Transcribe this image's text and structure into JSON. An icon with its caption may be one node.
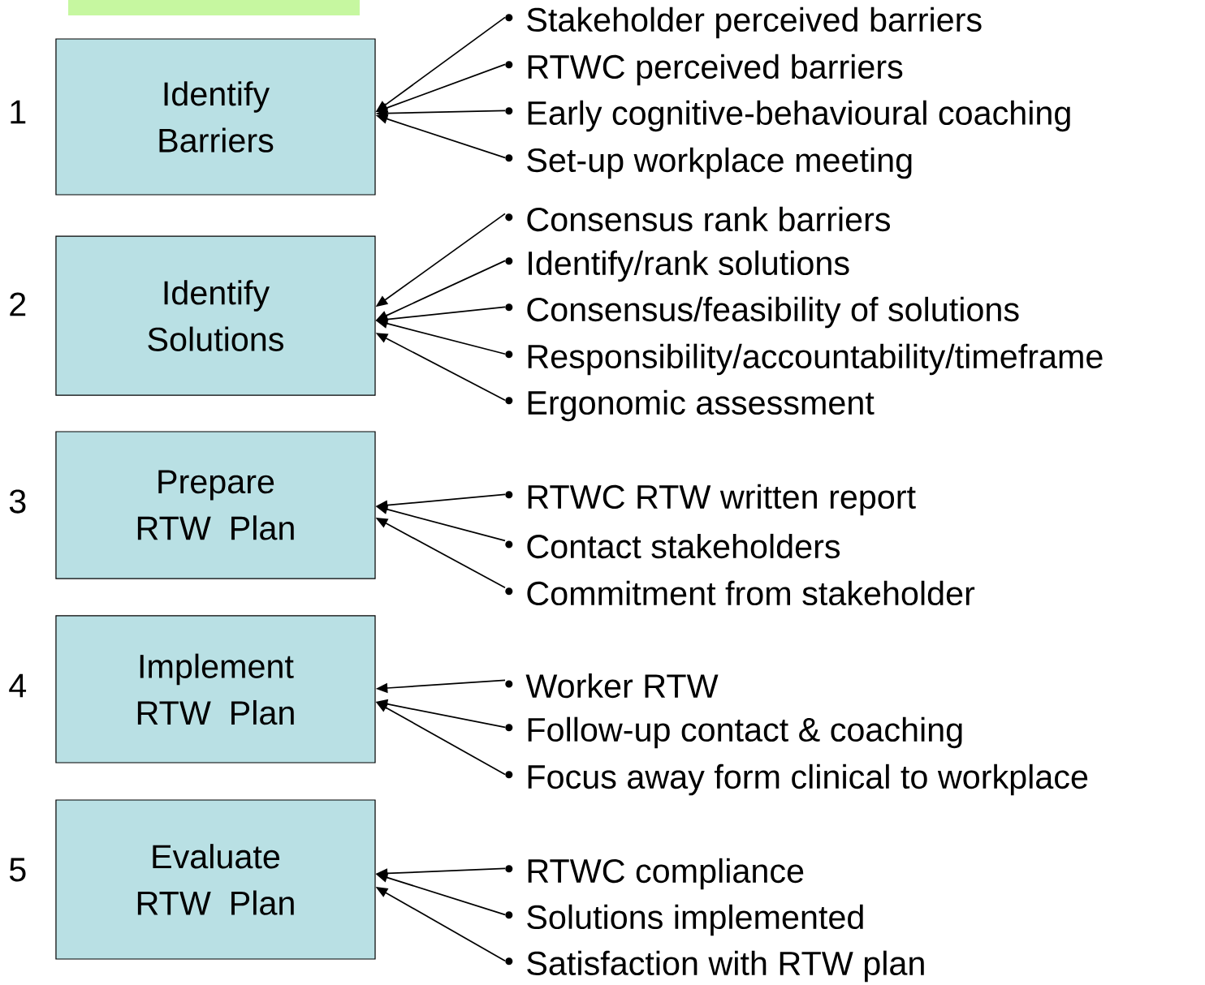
{
  "diagram": {
    "nodes": [
      {
        "text": [
          "Identify Barriers"
        ],
        "beside": [
          "1"
        ]
      },
      {
        "text": [
          "Identify Solutions"
        ],
        "beside": [
          "2"
        ]
      },
      {
        "text": [
          "Prepare RTW Plan"
        ],
        "beside": [
          "3"
        ]
      },
      {
        "text": [
          "Implement RTW Plan"
        ],
        "beside": [
          "4"
        ]
      },
      {
        "text": [
          "Evaluate RTW Plan"
        ],
        "beside": [
          "5"
        ]
      },
      {
        "text": [
          "Stakeholder perceived barriers"
        ]
      },
      {
        "text": [
          "RTWC perceived barriers"
        ]
      },
      {
        "text": [
          "Early cognitive-behavioural coaching"
        ]
      },
      {
        "text": [
          "Set-up workplace meeting"
        ]
      },
      {
        "text": [
          "Consensus rank barriers"
        ]
      },
      {
        "text": [
          "Identify/rank solutions"
        ]
      },
      {
        "text": [
          "Consensus/feasibility of solutions"
        ]
      },
      {
        "text": [
          "Responsibility/accountability/timeframe"
        ]
      },
      {
        "text": [
          "Ergonomic assessment"
        ]
      },
      {
        "text": [
          "RTWC RTW written report"
        ]
      },
      {
        "text": [
          "Contact stakeholders"
        ]
      },
      {
        "text": [
          "Commitment from stakeholder"
        ]
      },
      {
        "text": [
          "Worker RTW"
        ]
      },
      {
        "text": [
          "Follow-up contact & coaching"
        ]
      },
      {
        "text": [
          "Focus away form clinical to workplace"
        ]
      },
      {
        "text": [
          "RTWC compliance"
        ]
      },
      {
        "text": [
          "Solutions implemented"
        ]
      },
      {
        "text": [
          "Satisfaction with RTW plan"
        ]
      },
      {
        "text": [],
        "shape": "bar"
      }
    ],
    "edges": [
      {
        "from": 5,
        "to": 0,
        "arrow": "to"
      },
      {
        "from": 6,
        "to": 0,
        "arrow": "to"
      },
      {
        "from": 7,
        "to": 0,
        "arrow": "to"
      },
      {
        "from": 8,
        "to": 0,
        "arrow": "to"
      },
      {
        "from": 9,
        "to": 1,
        "arrow": "to"
      },
      {
        "from": 10,
        "to": 1,
        "arrow": "to"
      },
      {
        "from": 11,
        "to": 1,
        "arrow": "to"
      },
      {
        "from": 12,
        "to": 1,
        "arrow": "to"
      },
      {
        "from": 13,
        "to": 1,
        "arrow": "to"
      },
      {
        "from": 14,
        "to": 2,
        "arrow": "to"
      },
      {
        "from": 15,
        "to": 2,
        "arrow": "to"
      },
      {
        "from": 16,
        "to": 2,
        "arrow": "to"
      },
      {
        "from": 17,
        "to": 3,
        "arrow": "to"
      },
      {
        "from": 18,
        "to": 3,
        "arrow": "to"
      },
      {
        "from": 19,
        "to": 3,
        "arrow": "to"
      },
      {
        "from": 20,
        "to": 4,
        "arrow": "to"
      },
      {
        "from": 21,
        "to": 4,
        "arrow": "to"
      },
      {
        "from": 22,
        "to": 4,
        "arrow": "to"
      }
    ]
  }
}
